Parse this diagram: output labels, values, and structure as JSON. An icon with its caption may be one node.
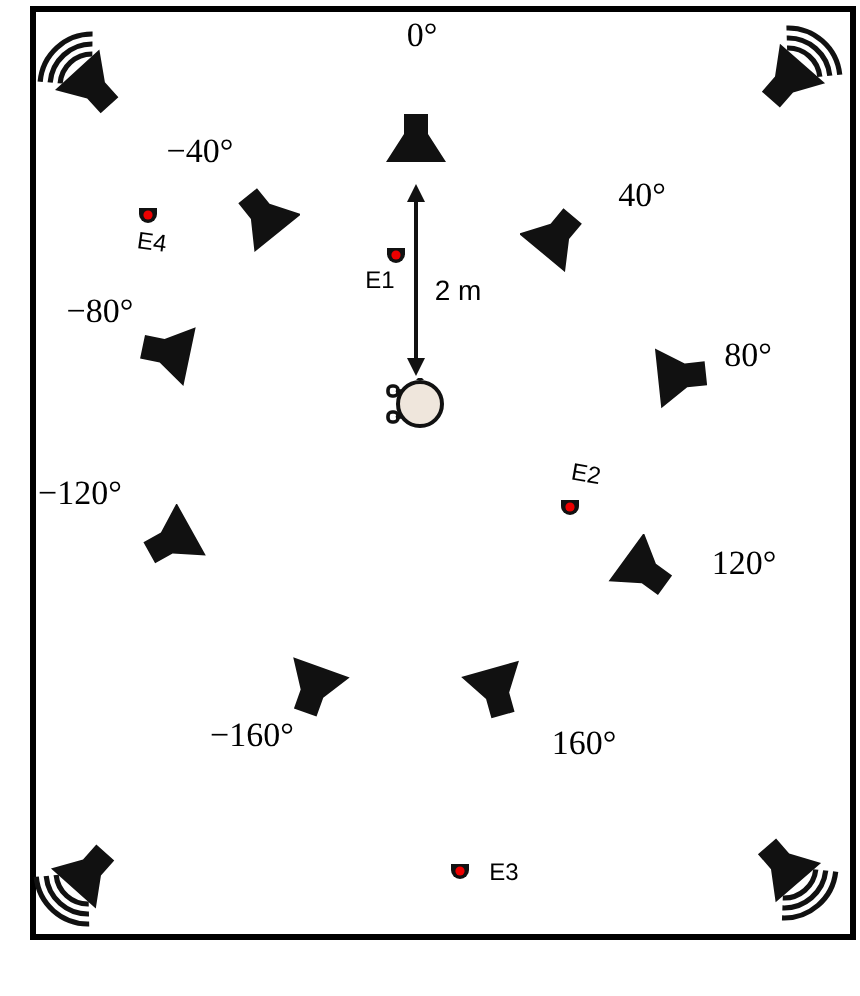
{
  "diagram": {
    "nodes": [
      {
        "text": [],
        "shape": "speaker"
      },
      {
        "text": [],
        "shape": "speaker"
      },
      {
        "text": [
          "0°"
        ]
      },
      {
        "text": [
          "−40°"
        ]
      },
      {
        "text": [
          "40°"
        ]
      },
      {
        "text": [
          "−80°"
        ]
      },
      {
        "text": [
          "80°"
        ]
      },
      {
        "text": [
          "−120°"
        ]
      },
      {
        "text": [
          "120°"
        ]
      },
      {
        "text": [
          "−160°"
        ]
      },
      {
        "text": [
          "160°"
        ]
      },
      {
        "text": [],
        "shape": "speaker"
      },
      {
        "text": [],
        "shape": "speaker"
      }
    ],
    "labels": [
      "E4",
      "E1",
      "2 m",
      "E2",
      "E3"
    ]
  }
}
